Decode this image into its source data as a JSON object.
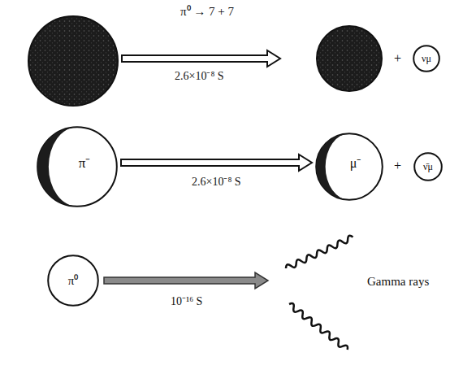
{
  "diagram": {
    "title": "π⁰ → 7 + 7",
    "nodes": [
      {
        "text": [
          "νμ"
        ]
      },
      {
        "text": [
          "π⁻"
        ]
      },
      {
        "text": [
          "μ⁻"
        ]
      },
      {
        "text": [
          "ν̄μ"
        ]
      },
      {
        "text": [
          "π⁰"
        ]
      }
    ],
    "edges": [
      {
        "from": 1,
        "to": 2,
        "arrow": "to",
        "label": "2.6×10⁻⁸ S"
      }
    ],
    "labels": [
      "2.6×10⁻⁸ S",
      "+",
      "+",
      "10⁻¹⁶ S",
      "Gamma rays"
    ]
  }
}
